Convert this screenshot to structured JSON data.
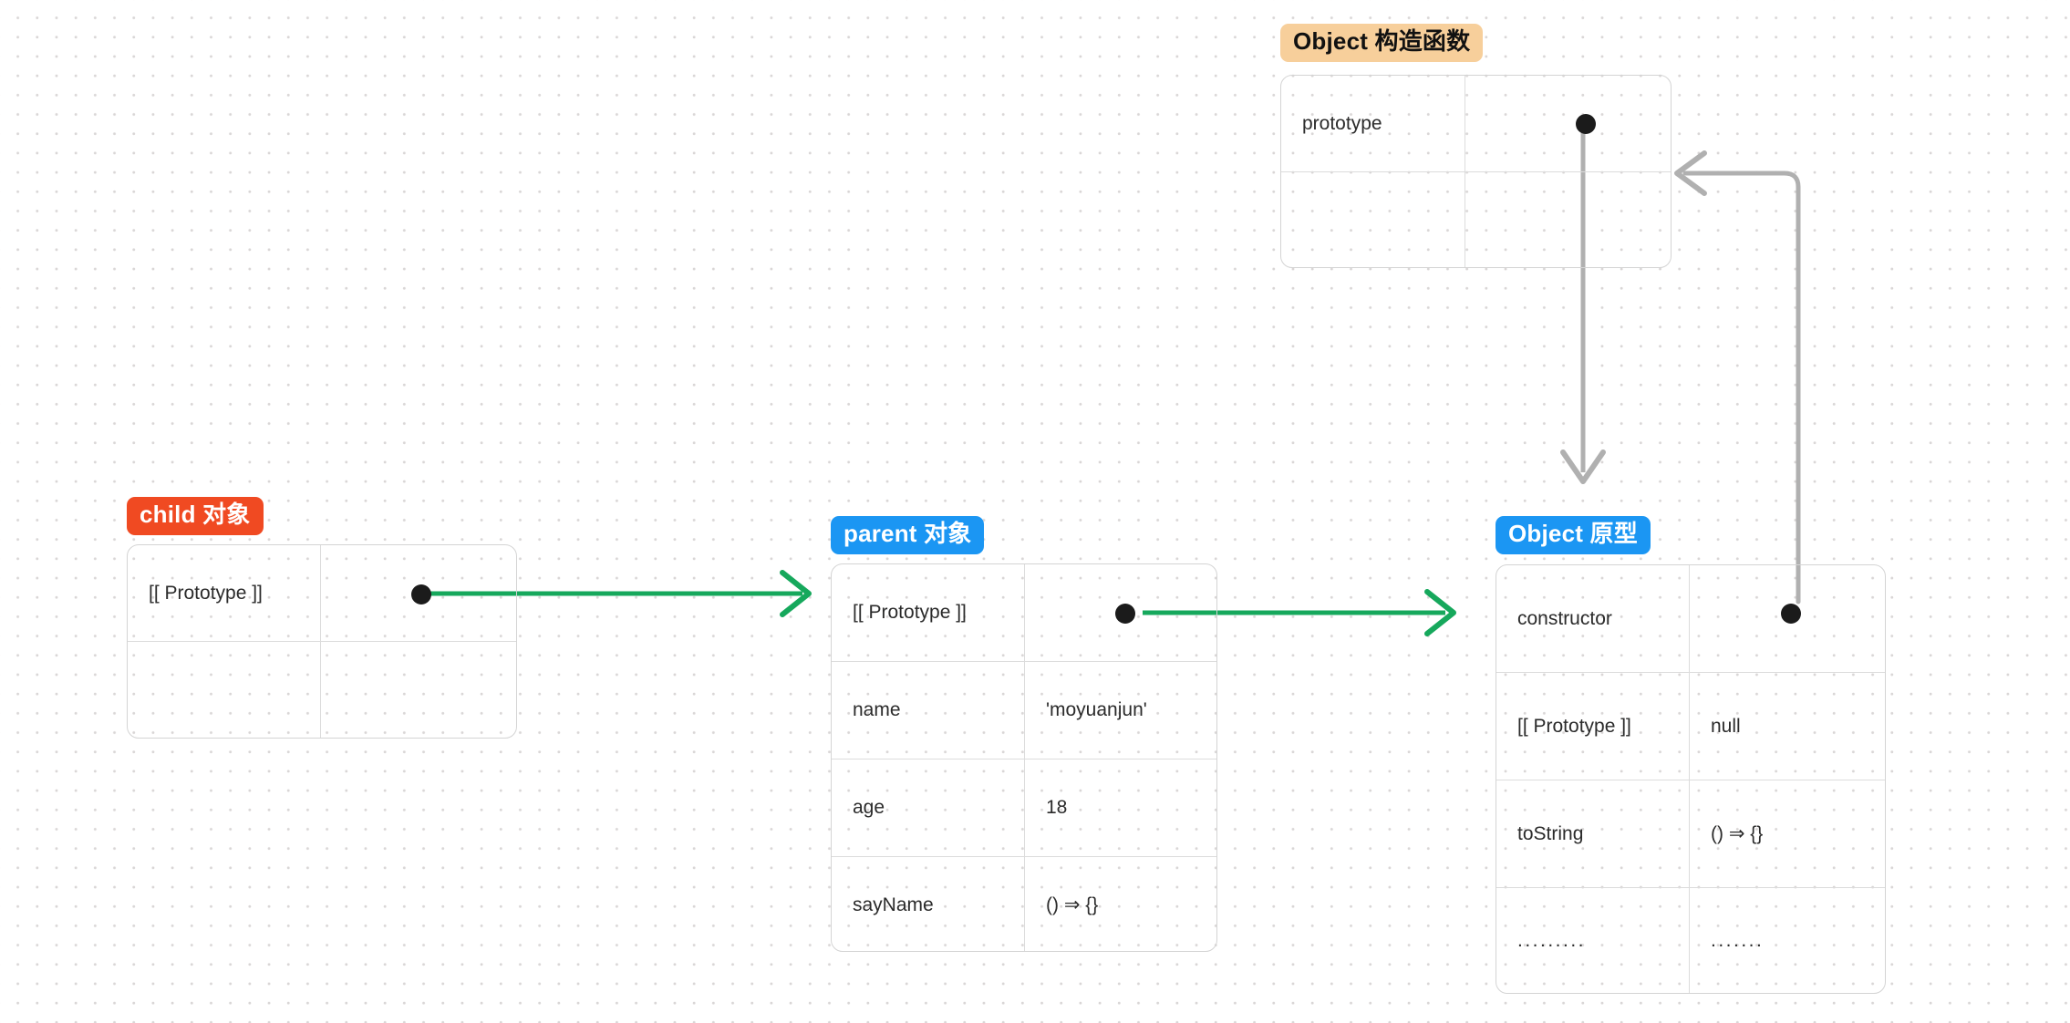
{
  "diagram": {
    "title_semantic": "javascript-prototype-chain",
    "background": "#ffffff",
    "dot_grid_color": "#d9d6d6",
    "colors": {
      "orange_pill_bg": "#f7cf9b",
      "orange_pill_text": "#111111",
      "red_pill_bg": "#f04a22",
      "red_pill_text": "#ffffff",
      "blue_pill_bg": "#1b96f3",
      "blue_pill_text": "#ffffff",
      "green_arrow": "#16a85c",
      "gray_arrow": "#b0b0b0",
      "dot": "#1b1b1b",
      "border": "#d4d4d4"
    }
  },
  "nodes": {
    "object_constructor": {
      "label": "Object 构造函数",
      "rows": [
        {
          "key": "prototype",
          "value": "",
          "value_is_pointer": true
        },
        {
          "key": "",
          "value": "",
          "value_is_pointer": false
        }
      ]
    },
    "child_object": {
      "label": "child 对象",
      "rows": [
        {
          "key": "[[ Prototype ]]",
          "value": "",
          "value_is_pointer": true
        },
        {
          "key": "",
          "value": "",
          "value_is_pointer": false
        }
      ]
    },
    "parent_object": {
      "label": "parent 对象",
      "rows": [
        {
          "key": "[[ Prototype ]]",
          "value": "",
          "value_is_pointer": true
        },
        {
          "key": "name",
          "value": "'moyuanjun'",
          "value_is_pointer": false
        },
        {
          "key": "age",
          "value": "18",
          "value_is_pointer": false
        },
        {
          "key": "sayName",
          "value": "() ⇒ {}",
          "value_is_pointer": false
        }
      ]
    },
    "object_prototype": {
      "label": "Object  原型",
      "rows": [
        {
          "key": "constructor",
          "value": "",
          "value_is_pointer": true
        },
        {
          "key": "[[ Prototype ]]",
          "value": "null",
          "value_is_pointer": false
        },
        {
          "key": "toString",
          "value": "() ⇒ {}",
          "value_is_pointer": false
        },
        {
          "key": ".........",
          "value": ".......",
          "value_is_pointer": false
        }
      ]
    }
  },
  "edges": [
    {
      "name": "child-prototype-to-parent",
      "from": "child_object.[[ Prototype ]]",
      "to": "parent_object",
      "color": "green",
      "style": "straight-right"
    },
    {
      "name": "parent-prototype-to-object-prototype",
      "from": "parent_object.[[ Prototype ]]",
      "to": "object_prototype",
      "color": "green",
      "style": "straight-right"
    },
    {
      "name": "object-constructor-prototype-to-object-prototype",
      "from": "object_constructor.prototype",
      "to": "object_prototype",
      "color": "gray",
      "style": "straight-down"
    },
    {
      "name": "object-prototype-constructor-to-object-constructor",
      "from": "object_prototype.constructor",
      "to": "object_constructor",
      "color": "gray",
      "style": "elbow-up-left"
    }
  ]
}
